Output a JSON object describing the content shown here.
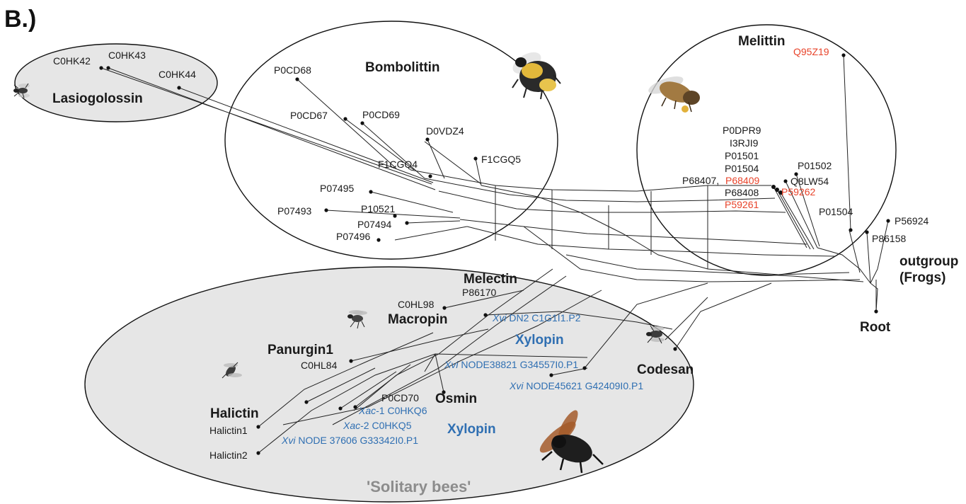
{
  "panel_label": "B.)",
  "groups": {
    "lasiogolossin": "Lasiogolossin",
    "bombolittin": "Bombolittin",
    "melittin": "Melittin",
    "melectin": "Melectin",
    "macropin": "Macropin",
    "xylopin_top": "Xylopin",
    "panurgin1": "Panurgin1",
    "codesan": "Codesan",
    "osmin": "Osmin",
    "halictin": "Halictin",
    "xylopin_bottom": "Xylopin",
    "solitary_bees": "'Solitary bees'",
    "outgroup_line1": "outgroup",
    "outgroup_line2": "(Frogs)",
    "root": "Root"
  },
  "taxa": {
    "c0hk42": "C0HK42",
    "c0hk43": "C0HK43",
    "c0hk44": "C0HK44",
    "p0cd68": "P0CD68",
    "p0cd67": "P0CD67",
    "p0cd69": "P0CD69",
    "d0vdz4": "D0VDZ4",
    "f1cgq4": "F1CGQ4",
    "f1cgq5": "F1CGQ5",
    "p07495": "P07495",
    "p07493": "P07493",
    "p10521": "P10521",
    "p07494": "P07494",
    "p07496": "P07496",
    "q95z19": "Q95Z19",
    "p0dpr9": "P0DPR9",
    "i3rji9": "I3RJI9",
    "p01501": "P01501",
    "p01504a": "P01504",
    "p01502": "P01502",
    "p68407": "P68407,",
    "p68409": "P68409",
    "q8lw54": "Q8LW54",
    "p68408": "P68408",
    "p59262": "P59262",
    "p59261": "P59261",
    "p01504b": "P01504",
    "p56924": "P56924",
    "p86158": "P86158",
    "c0hl98": "C0HL98",
    "p86170": "P86170",
    "xvi_dn2_prefix": "Xvi",
    "xvi_dn2": " DN2 C1G1I1.P2",
    "c0hl84": "C0HL84",
    "xvi_38821_prefix": "Xvi",
    "xvi_38821": " NODE38821 G34557I0.P1",
    "xvi_45621_prefix": "Xvi",
    "xvi_45621": " NODE45621 G42409I0.P1",
    "p0cd70": "P0CD70",
    "xac1_prefix": "Xac",
    "xac1": "-1 C0HKQ6",
    "xac2_prefix": "Xac",
    "xac2": "-2 C0HKQ5",
    "xvi_37606_prefix": "Xvi",
    "xvi_37606": " NODE 37606 G33342I0.P1",
    "halictin1": "Halictin1",
    "halictin2": "Halictin2"
  },
  "colors": {
    "highlight_red": "#e8432a",
    "xylopin_blue": "#2f6fb2",
    "solitary_fill": "#e6e6e6",
    "lasio_fill": "#e6e6e6"
  },
  "icons": [
    "bee-icon",
    "bumblebee-icon",
    "honeybee-icon",
    "carpenter-bee-icon"
  ]
}
